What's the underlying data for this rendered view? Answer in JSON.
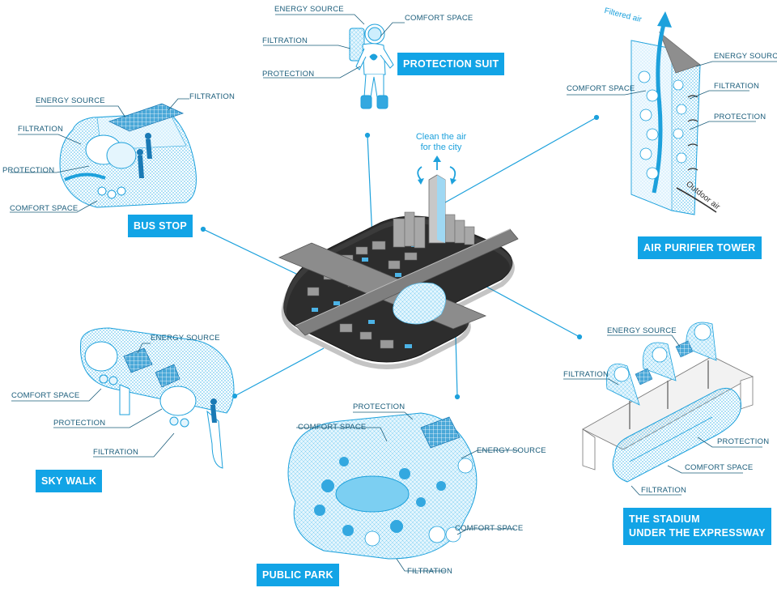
{
  "colors": {
    "accent": "#12a4e6",
    "label": "#1a5c7a",
    "light": "#9fd8f3",
    "grey": "#8a8a8a"
  },
  "center": {
    "caption_line1": "Clean the air",
    "caption_line2": "for the city"
  },
  "protection_suit": {
    "title": "PROTECTION SUIT",
    "energy_source": "ENERGY SOURCE",
    "comfort_space": "COMFORT SPACE",
    "filtration": "FILTRATION",
    "protection": "PROTECTION"
  },
  "bus_stop": {
    "title": "BUS STOP",
    "energy_source": "ENERGY SOURCE",
    "filtration_top": "FILTRATION",
    "filtration_left": "FILTRATION",
    "protection": "PROTECTION",
    "comfort_space": "COMFORT SPACE"
  },
  "air_purifier_tower": {
    "title": "AIR PURIFIER TOWER",
    "filtered_air": "Filtered air",
    "energy_source": "ENERGY SOURCE",
    "comfort_space": "COMFORT SPACE",
    "filtration": "FILTRATION",
    "protection": "PROTECTION",
    "outdoor_air": "Outdoor air"
  },
  "sky_walk": {
    "title": "SKY WALK",
    "energy_source": "ENERGY SOURCE",
    "comfort_space": "COMFORT SPACE",
    "protection": "PROTECTION",
    "filtration": "FILTRATION"
  },
  "public_park": {
    "title": "PUBLIC PARK",
    "protection": "PROTECTION",
    "comfort_space_top": "COMFORT SPACE",
    "energy_source": "ENERGY SOURCE",
    "comfort_space_bottom": "COMFORT SPACE",
    "filtration": "FILTRATION"
  },
  "stadium": {
    "title_line1": "THE STADIUM",
    "title_line2": "UNDER THE EXPRESSWAY",
    "energy_source": "ENERGY SOURCE",
    "filtration_top": "FILTRATION",
    "protection": "PROTECTION",
    "comfort_space": "COMFORT SPACE",
    "filtration_bottom": "FILTRATION"
  }
}
